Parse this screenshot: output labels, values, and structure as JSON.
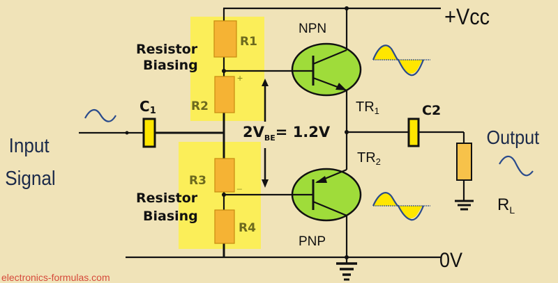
{
  "diagram": {
    "title": "Class AB push-pull amplifier with resistor biasing",
    "supply_positive": "+Vcc",
    "supply_ground": "0V",
    "input_label_line1": "Input",
    "input_label_line2": "Signal",
    "output_label": "Output",
    "bias_label_top_line1": "Resistor",
    "bias_label_top_line2": "Biasing",
    "bias_label_bottom_line1": "Resistor",
    "bias_label_bottom_line2": "Biasing",
    "bias_voltage": {
      "prefix": "2V",
      "subscript": "BE",
      "suffix": "= 1.2V"
    },
    "polarity_plus": "+",
    "polarity_minus": "_",
    "components": {
      "c1": {
        "name": "C",
        "sub": "1"
      },
      "c2": {
        "name": "C2"
      },
      "r1": "R1",
      "r2": "R2",
      "r3": "R3",
      "r4": "R4",
      "rl": {
        "name": "R",
        "sub": "L"
      },
      "tr1": {
        "name": "TR",
        "sub": "1",
        "type": "NPN"
      },
      "tr2": {
        "name": "TR",
        "sub": "2",
        "type": "PNP"
      }
    },
    "colors": {
      "background": "#f0e3b8",
      "highlight": "#fff23a",
      "resistor": "#f5b334",
      "transistor": "#9fdc3a",
      "capacitor": "#ffe600",
      "wave": "#2a4b8c"
    }
  },
  "watermark": "electronics-formulas.com"
}
